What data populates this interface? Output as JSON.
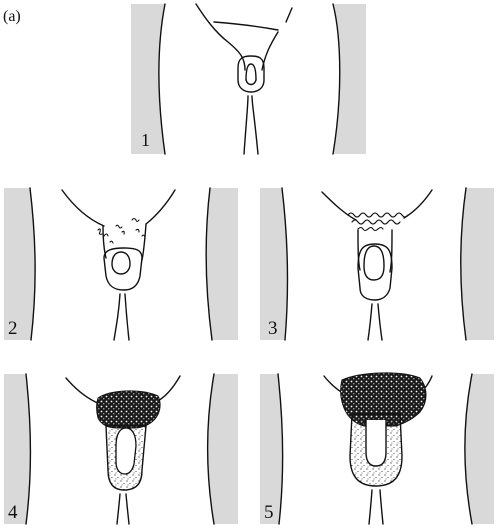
{
  "figure_label": "(a)",
  "stages": [
    {
      "number": "1"
    },
    {
      "number": "2"
    },
    {
      "number": "3"
    },
    {
      "number": "4"
    },
    {
      "number": "5"
    }
  ]
}
